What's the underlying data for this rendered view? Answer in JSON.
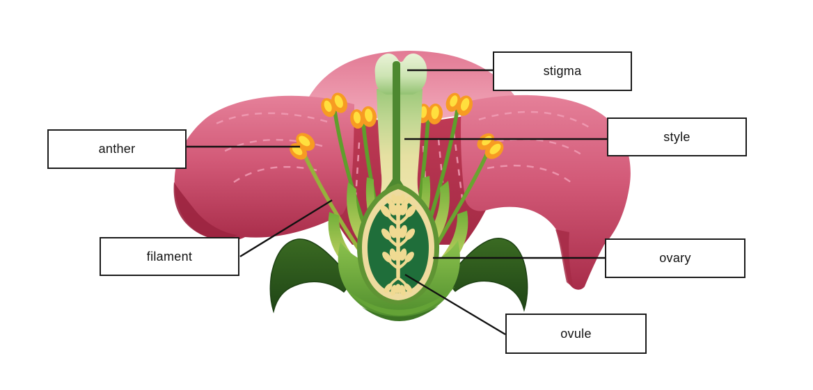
{
  "labels": [
    {
      "id": "stigma",
      "text": "stigma"
    },
    {
      "id": "style",
      "text": "style"
    },
    {
      "id": "anther",
      "text": "anther"
    },
    {
      "id": "filament",
      "text": "filament"
    },
    {
      "id": "ovary",
      "text": "ovary"
    },
    {
      "id": "ovule",
      "text": "ovule"
    }
  ],
  "palette": {
    "petal_dark": "#a82c49",
    "petal_light": "#f2abbc",
    "inner_petal_red": "#b63150",
    "dash_pink": "#f2a0b8",
    "stigma_green": "#cde4b3",
    "style_cream": "#f1e5a8",
    "pistil_stripe": "#4d8830",
    "filament_green": "#5f9e2c",
    "anther_orange": "#f79b22",
    "anther_yellow": "#ffdf3e",
    "ovary_dark_green": "#1f6e3a",
    "ovule_cream": "#f0da92",
    "cup_green": "#7cb93e",
    "leaf_dark_green": "#2c5720",
    "line_black": "#111111"
  }
}
